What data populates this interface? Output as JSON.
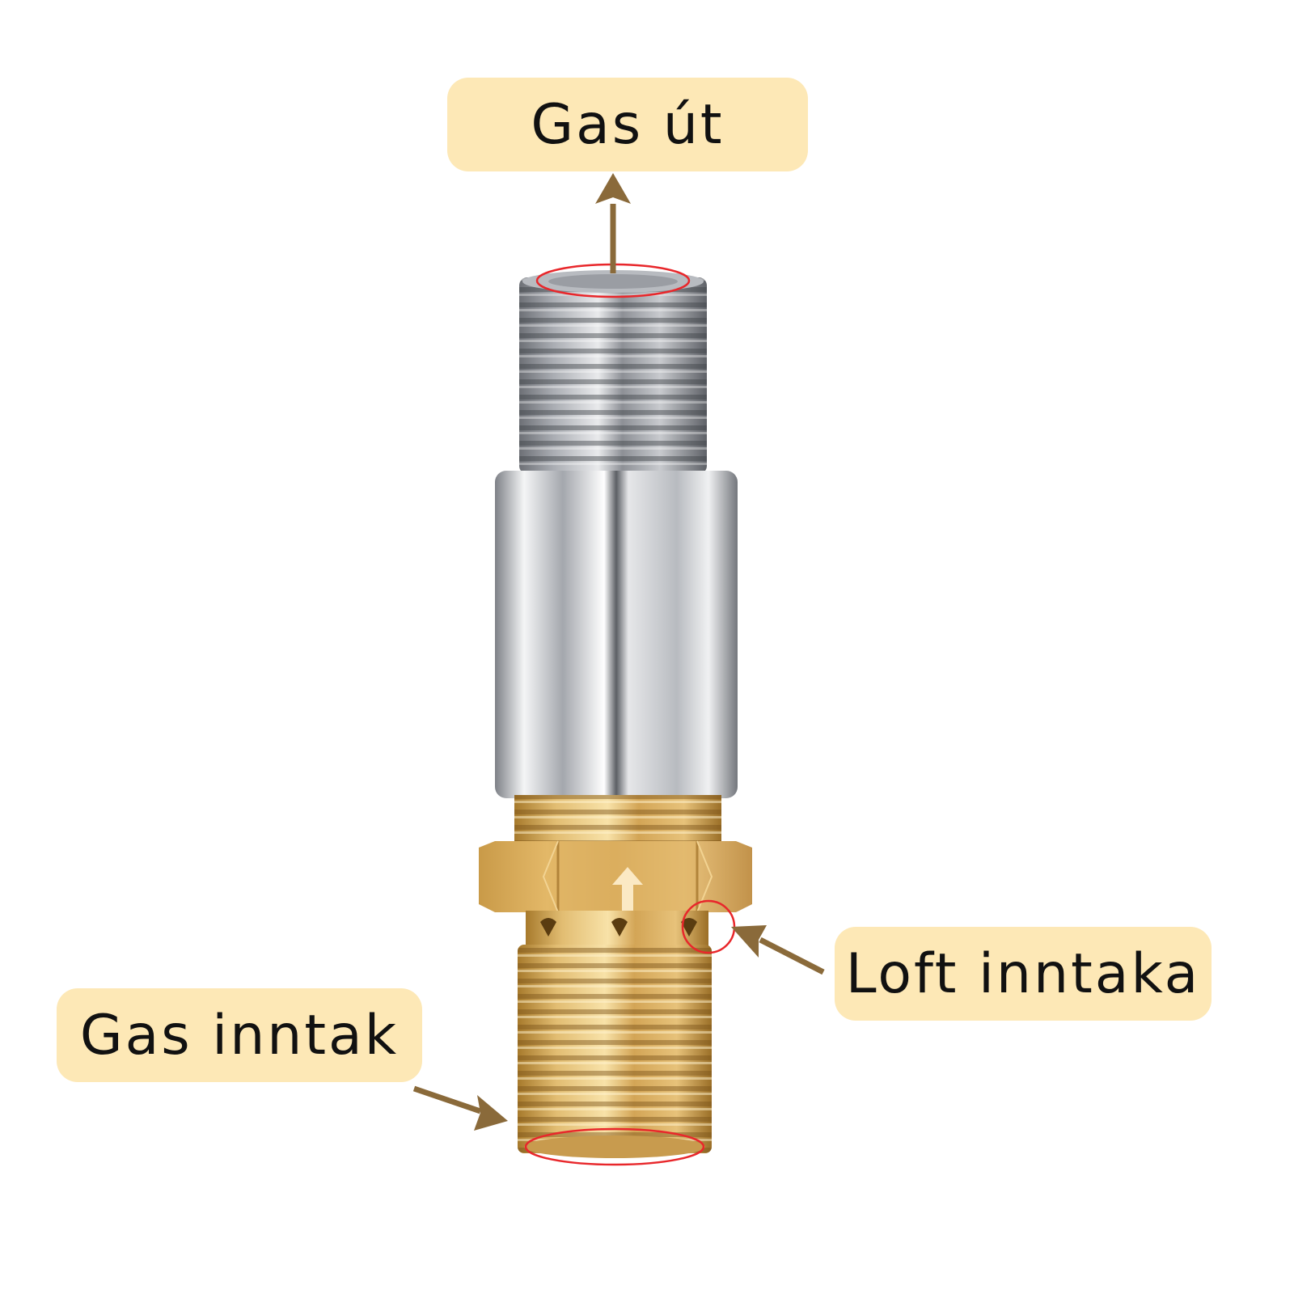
{
  "labels": {
    "gas_outlet": "Gas út",
    "air_intake": "Loft inntaka",
    "gas_inlet": "Gas inntak"
  },
  "colors": {
    "label_background": "#fde8b6",
    "arrow": "#8a6a3a",
    "highlight_ring": "#e8272b",
    "chrome": "#c4c6cb",
    "brass": "#d9ad5c",
    "flow_arrow": "#fbe9c4"
  },
  "icons": {
    "flow_direction": "up-arrow-icon"
  }
}
